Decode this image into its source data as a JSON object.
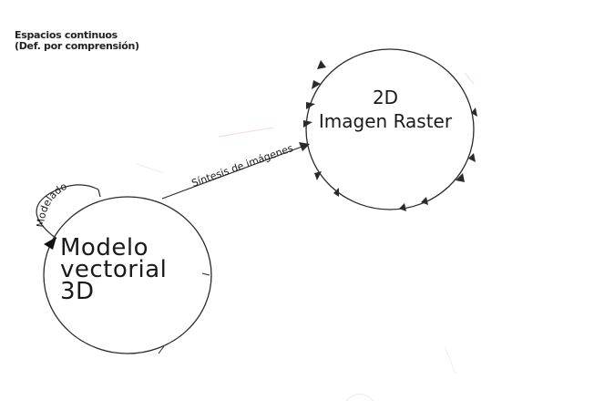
{
  "header": {
    "line1": "Espacios continuos",
    "line2": "(Def. por comprensión)"
  },
  "nodes": {
    "raster": {
      "line1": "2D",
      "line2": "Imagen Raster"
    },
    "vector": {
      "line1": "Modelo",
      "line2": "vectorial",
      "line3": "3D"
    }
  },
  "edges": {
    "synthesis": "Síntesis de imágenes",
    "modeling": "Modelado"
  },
  "colors": {
    "stroke": "#2a2a2a",
    "text": "#1a1a1a",
    "accent_faded": "#e3a3a3"
  }
}
